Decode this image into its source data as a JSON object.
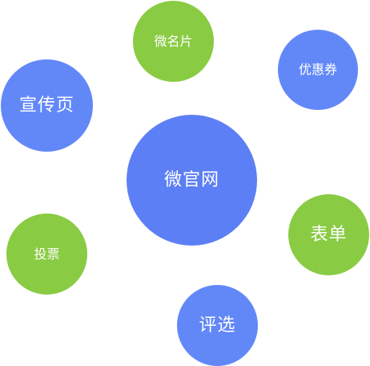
{
  "bubbles": {
    "center": {
      "label": "微官网",
      "color": "#5d7ff5"
    },
    "top": {
      "label": "微名片",
      "color": "#89cb43"
    },
    "right_top": {
      "label": "优惠券",
      "color": "#6288f8"
    },
    "left_top": {
      "label": "宣传页",
      "color": "#6288f8"
    },
    "right_middle": {
      "label": "表单",
      "color": "#89cb43"
    },
    "left_bottom": {
      "label": "投票",
      "color": "#89cb43"
    },
    "bottom": {
      "label": "评选",
      "color": "#6288f8"
    }
  }
}
